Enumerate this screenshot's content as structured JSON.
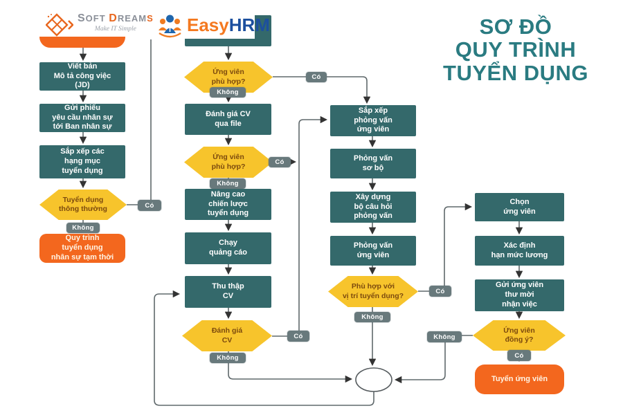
{
  "title": "SƠ ĐỒ\nQUY TRÌNH\nTUYỂN DỤNG",
  "logos": {
    "softdreams": {
      "t1": "S",
      "t2": "OFT ",
      "t3": "D",
      "t4": "REAM",
      "t5": "S",
      "tagline": "Make IT Simple"
    },
    "easyhrm": {
      "easy": "Easy",
      "hrm": "HRM"
    }
  },
  "labels": {
    "yes": "Có",
    "no": "Không"
  },
  "nodes": {
    "col1": {
      "jd": "Viết bản\nMô tả công việc\n(JD)",
      "request": "Gửi phiếu\nyêu cầu nhân sự\ntới Ban nhân sự",
      "sort": "Sắp xếp các\nhạng mục\ntuyển dụng",
      "normal": "Tuyển dụng\nthông thường",
      "temp": "Quy trình\ntuyển dụng\nnhân sự tạm thời"
    },
    "col2": {
      "fit1": "Ứng viên\nphù hợp?",
      "cvfile": "Đánh giá CV\nqua file",
      "fit2": "Ứng viên\nphù hợp?",
      "strategy": "Nâng cao\nchiến lược\ntuyển dụng",
      "ads": "Chạy\nquảng cáo",
      "collect": "Thu thập\nCV",
      "cv": "Đánh giá\nCV"
    },
    "col3": {
      "schedule": "Sắp xếp\nphỏng vấn\nứng viên",
      "prelim": "Phỏng vấn\nsơ bộ",
      "questions": "Xây dựng\nbộ câu hỏi\nphỏng vấn",
      "interview": "Phỏng vấn\nứng viên",
      "position": "Phù hợp với\nvị trí tuyển dụng?"
    },
    "col4": {
      "choose": "Chọn\nứng viên",
      "salary": "Xác định\nhạn mức lương",
      "offer": "Gửi ứng viên\nthư mời\nnhận việc",
      "agree": "Ứng viên\nđồng ý?",
      "hire": "Tuyển ứng viên"
    }
  },
  "colors": {
    "teal_box": "#34696b",
    "title_teal": "#2a7b81",
    "orange": "#f3671e",
    "yellow": "#f7c42c",
    "badge_gray": "#68797c",
    "diamond_text": "#7c4a0e",
    "easy_orange": "#f47920",
    "hrm_blue": "#1c4f9e"
  }
}
